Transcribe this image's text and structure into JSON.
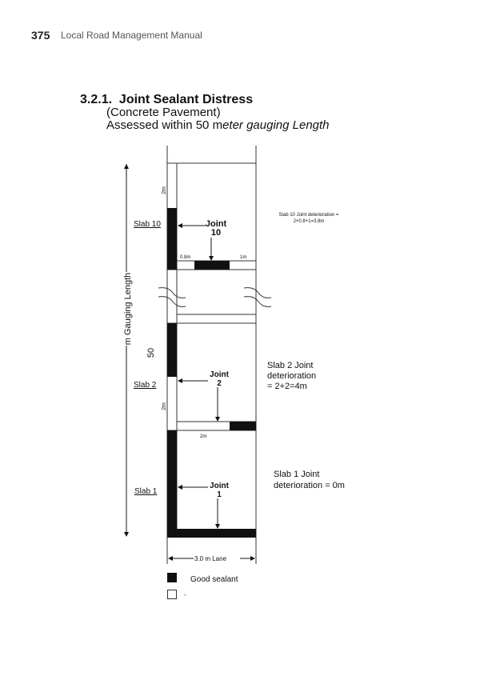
{
  "header": {
    "page_number": "375",
    "running_title": "Local Road Management Manual"
  },
  "section": {
    "title": "3.2.1.  Joint Sealant Distress",
    "subtitle": "(Concrete Pavement)",
    "note_regular": "Assessed within 50 m",
    "note_italic": "eter gauging Length"
  },
  "diagram": {
    "gauging_number": "50",
    "gauging_label": "m Gauging Length",
    "slab10": {
      "label": "Slab 10",
      "joint_line1": "Joint",
      "joint_line2": "10",
      "dim_top": "2m",
      "dim_a": "0.8m",
      "dim_b": "1m",
      "note_line1": "Slab 10 Joint deterioration =",
      "note_line2": "2+0.8+1=3.8m"
    },
    "slab2": {
      "label": "Slab 2",
      "joint_line1": "Joint",
      "joint_line2": "2",
      "dim_side": "2m",
      "dim_bottom": "2m",
      "note_line1": "Slab 2 Joint",
      "note_line2": "deterioration",
      "note_line3": "= 2+2=4m"
    },
    "slab1": {
      "label": "Slab 1",
      "joint_line1": "Joint",
      "joint_line2": "1",
      "note_line1": "Slab 1 Joint",
      "note_line2": "deterioration = 0m"
    },
    "lane_label": "3.0 m Lane",
    "legend": [
      {
        "label": "Good sealant",
        "color": "#111111"
      },
      {
        "label": "-",
        "color": "#ffffff"
      }
    ]
  }
}
